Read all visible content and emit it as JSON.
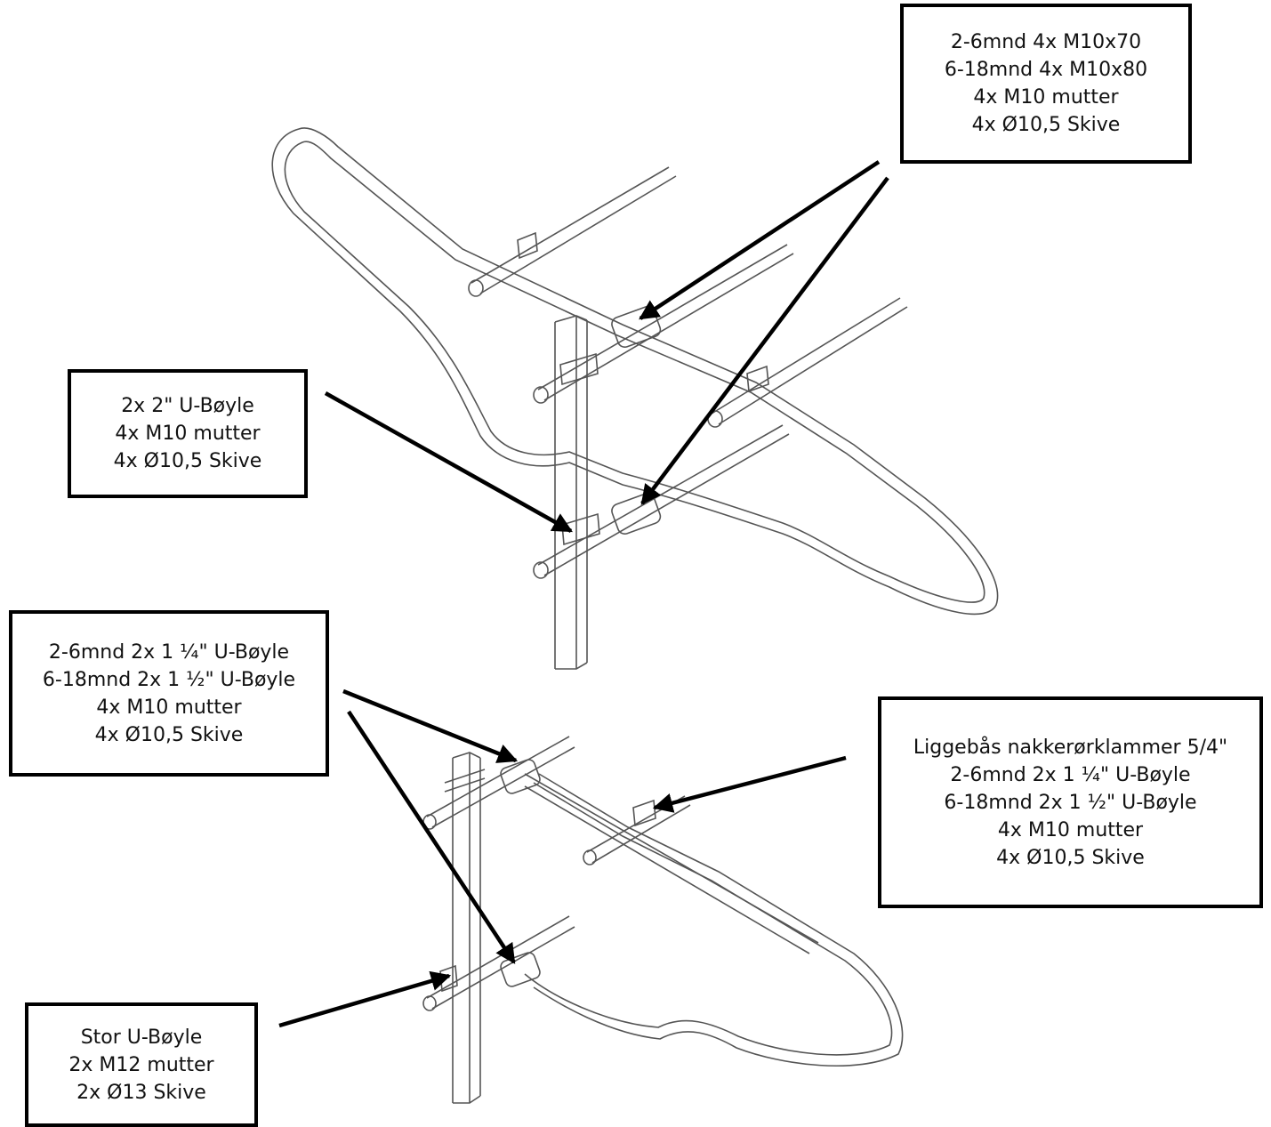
{
  "callouts": {
    "top_right": {
      "lines": [
        "2-6mnd 4x M10x70",
        "6-18mnd 4x M10x80",
        "4x M10 mutter",
        "4x Ø10,5 Skive"
      ]
    },
    "left_middle": {
      "lines": [
        "2x 2\" U-Bøyle",
        "4x M10 mutter",
        "4x Ø10,5 Skive"
      ]
    },
    "left_lower": {
      "lines": [
        "2-6mnd 2x 1 ¼\" U-Bøyle",
        "6-18mnd 2x 1 ½\" U-Bøyle",
        "4x M10 mutter",
        "4x Ø10,5 Skive"
      ]
    },
    "right_lower": {
      "lines": [
        "Liggebås nakkerørklammer 5/4\"",
        "2-6mnd 2x 1 ¼\" U-Bøyle",
        "6-18mnd 2x 1 ½\" U-Bøyle",
        "4x M10 mutter",
        "4x Ø10,5 Skive"
      ]
    },
    "bottom_left": {
      "lines": [
        "Stor U-Bøyle",
        "2x M12 mutter",
        "2x Ø13 Skive"
      ]
    }
  },
  "colors": {
    "outline": "#000000",
    "background": "#ffffff"
  }
}
